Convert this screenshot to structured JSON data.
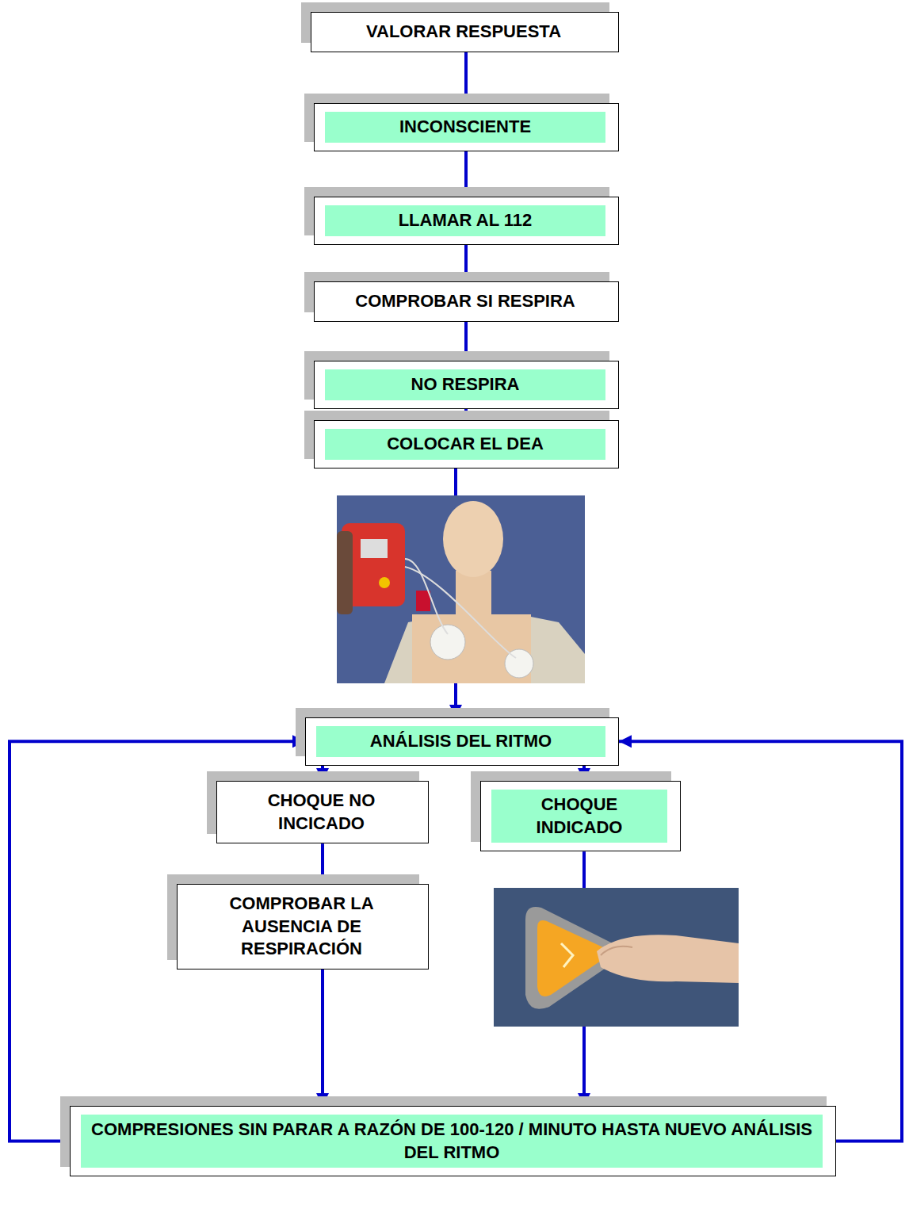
{
  "diagram": {
    "nodes": [
      {
        "text": [
          "VALORAR RESPUESTA"
        ]
      },
      {
        "text": [
          "INCONSCIENTE"
        ]
      },
      {
        "text": [
          "LLAMAR AL 112"
        ]
      },
      {
        "text": [
          "COMPROBAR SI RESPIRA"
        ]
      },
      {
        "text": [
          "NO RESPIRA"
        ]
      },
      {
        "text": [
          "COLOCAR EL DEA"
        ]
      },
      {
        "text": [
          "ANÁLISIS DEL RITMO"
        ]
      },
      {
        "text": [
          "CHOQUE NO INCICADO"
        ]
      },
      {
        "text": [
          "CHOQUE INDICADO"
        ]
      },
      {
        "text": [
          "COMPROBAR LA AUSENCIA DE RESPIRACIÓN"
        ]
      },
      {
        "text": [
          "COMPRESIONES SIN PARAR A RAZÓN DE 100-120 / MINUTO HASTA NUEVO ANÁLISIS DEL RITMO"
        ]
      }
    ],
    "edges": [
      {
        "from": 0,
        "to": 1,
        "arrow": "none"
      },
      {
        "from": 1,
        "to": 2,
        "arrow": "none"
      },
      {
        "from": 2,
        "to": 3,
        "arrow": "none"
      },
      {
        "from": 3,
        "to": 4,
        "arrow": "none"
      },
      {
        "from": 4,
        "to": 5,
        "arrow": "none"
      },
      {
        "from": 5,
        "to": 6,
        "arrow": "to"
      },
      {
        "from": 6,
        "to": 7,
        "arrow": "to"
      },
      {
        "from": 6,
        "to": 8,
        "arrow": "to"
      },
      {
        "from": 7,
        "to": 9,
        "arrow": "none"
      },
      {
        "from": 9,
        "to": 10,
        "arrow": "to"
      },
      {
        "from": 8,
        "to": 10,
        "arrow": "to"
      },
      {
        "from": 10,
        "to": 6,
        "arrow": "to"
      },
      {
        "from": 10,
        "to": 6,
        "arrow": "to"
      }
    ]
  }
}
